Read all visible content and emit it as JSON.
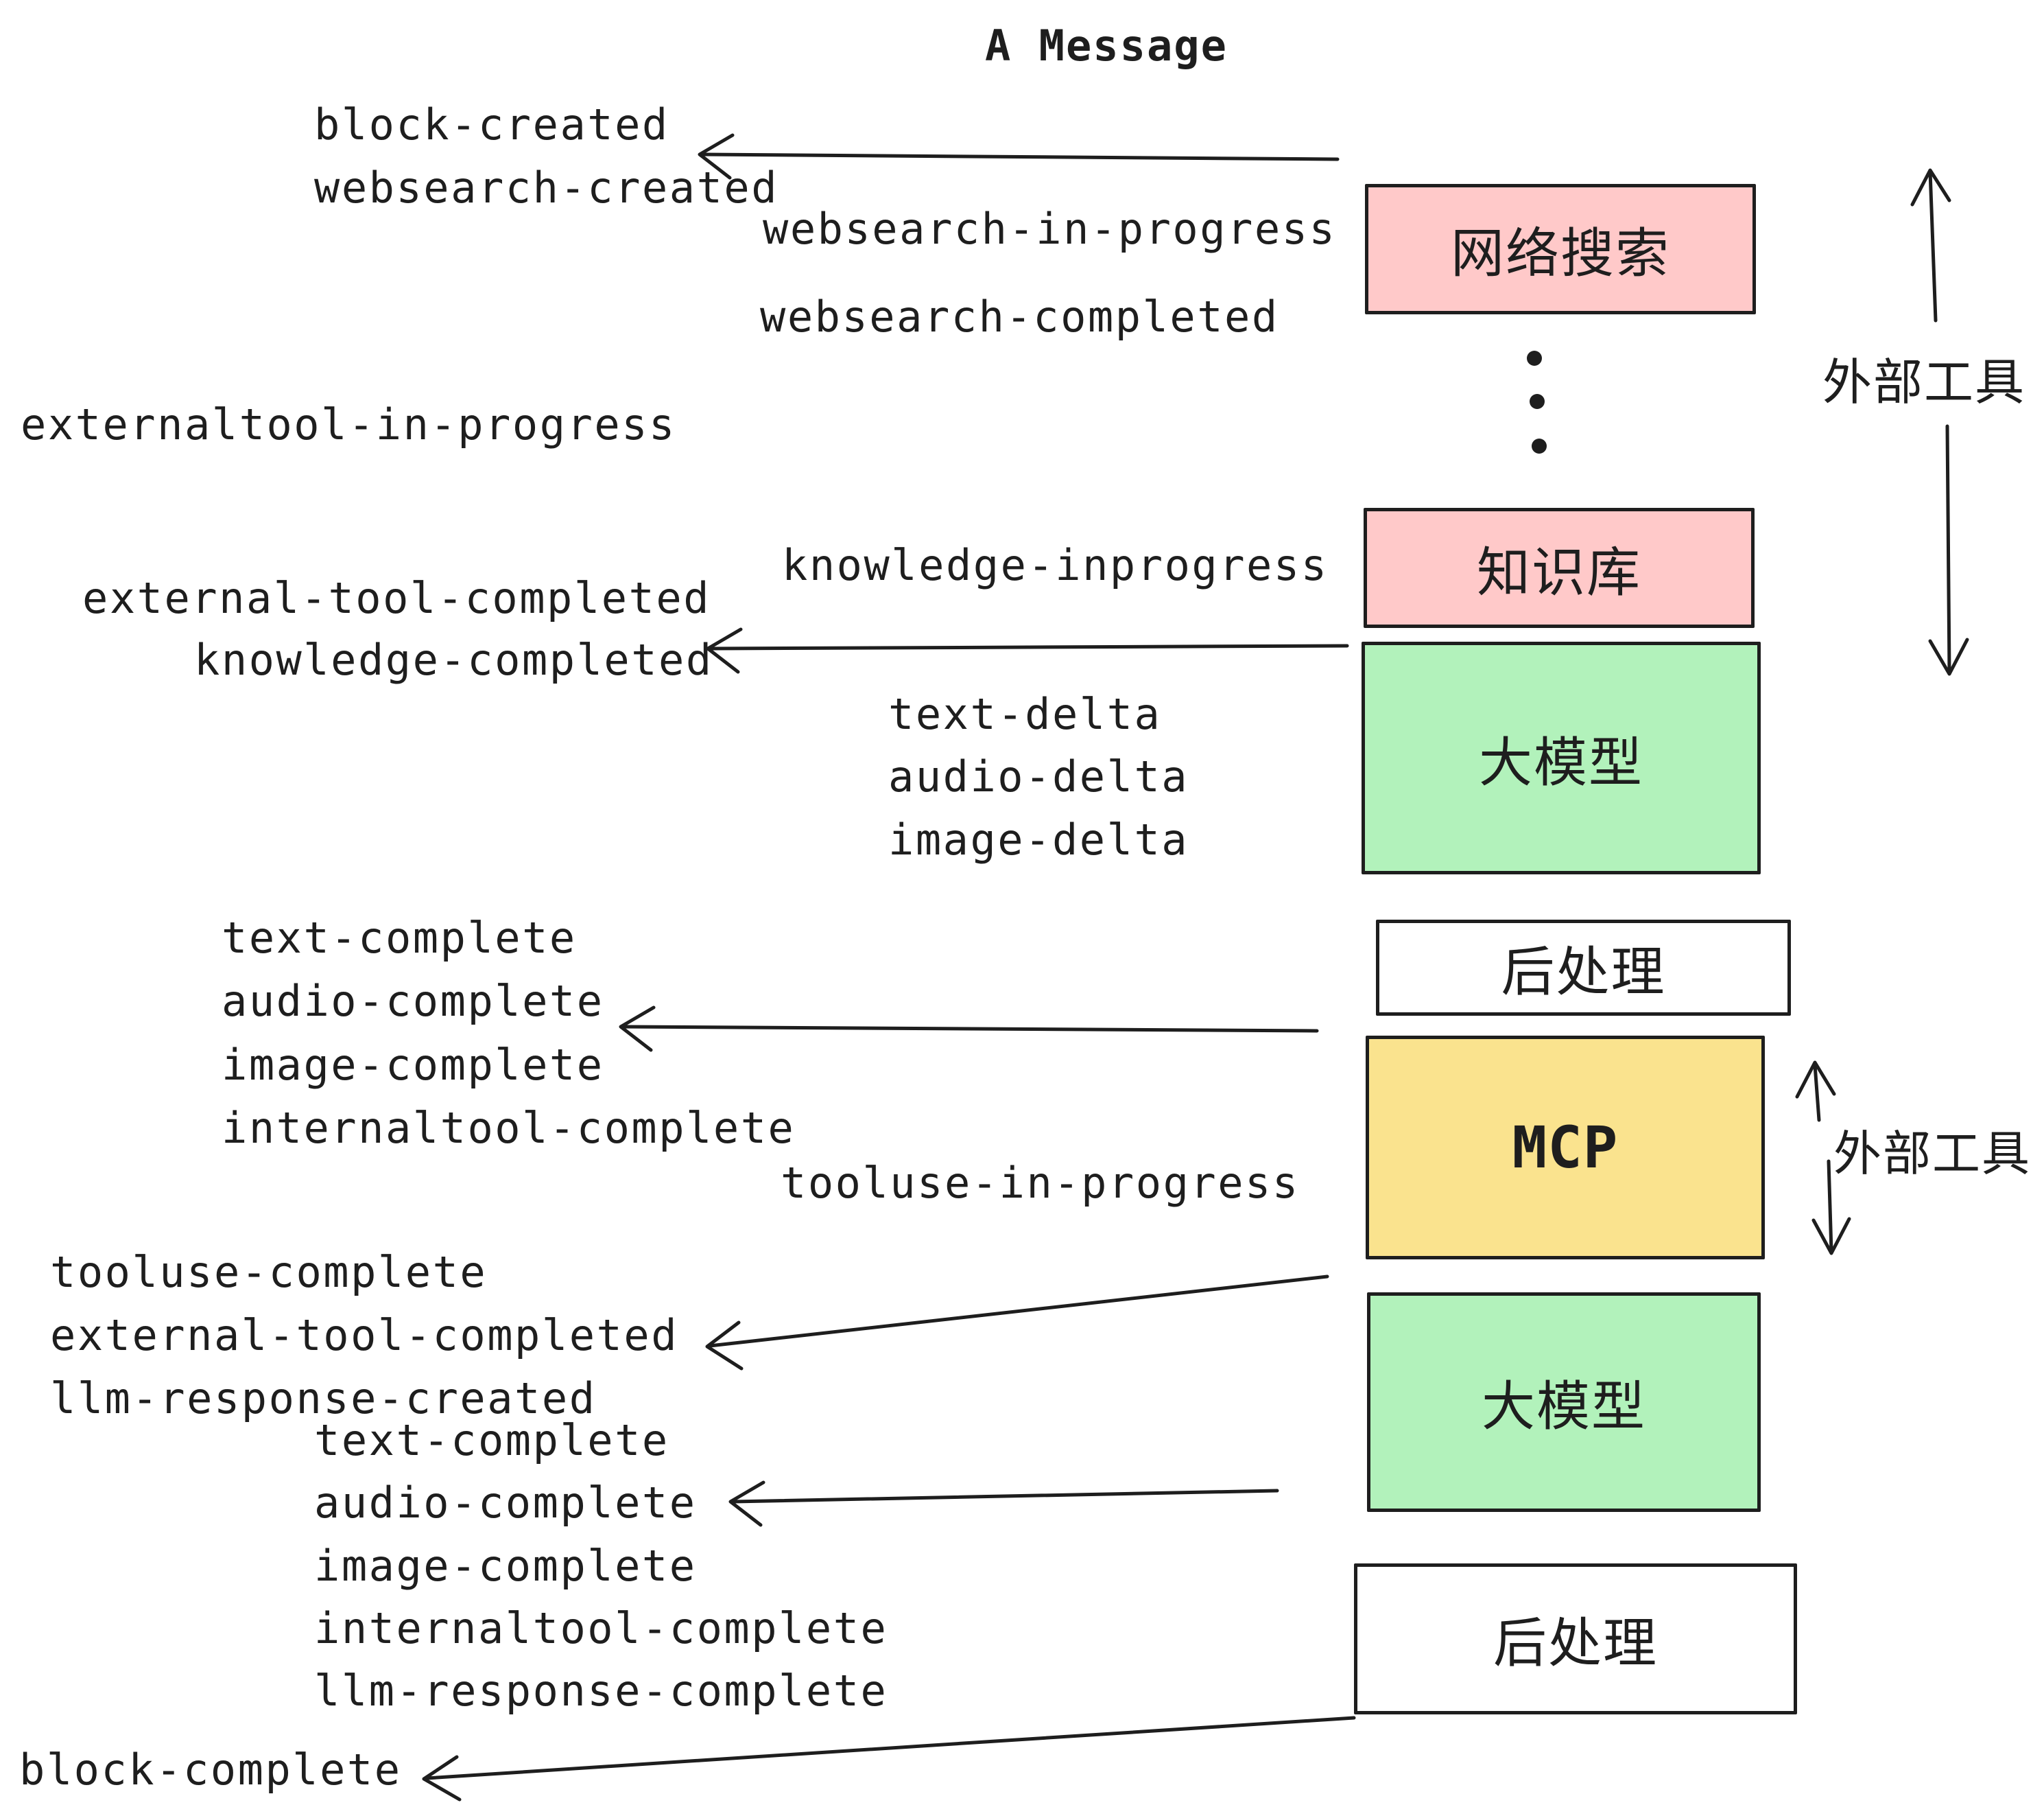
{
  "title": "A Message",
  "events": [
    {
      "text": "block-created"
    },
    {
      "text": "websearch-created"
    },
    {
      "text": "websearch-in-progress"
    },
    {
      "text": "websearch-completed"
    },
    {
      "text": "externaltool-in-progress"
    },
    {
      "text": "knowledge-inprogress"
    },
    {
      "text": "external-tool-completed"
    },
    {
      "text": "knowledge-completed"
    },
    {
      "text": "text-delta"
    },
    {
      "text": "audio-delta"
    },
    {
      "text": "image-delta"
    },
    {
      "text": "text-complete"
    },
    {
      "text": "audio-complete"
    },
    {
      "text": "image-complete"
    },
    {
      "text": "internaltool-complete"
    },
    {
      "text": "tooluse-in-progress"
    },
    {
      "text": "tooluse-complete"
    },
    {
      "text": "external-tool-completed"
    },
    {
      "text": "llm-response-created"
    },
    {
      "text": "text-complete"
    },
    {
      "text": "audio-complete"
    },
    {
      "text": "image-complete"
    },
    {
      "text": "internaltool-complete"
    },
    {
      "text": "llm-response-complete"
    },
    {
      "text": "block-complete"
    }
  ],
  "boxes": [
    {
      "id": "websearch",
      "label": "网络搜索",
      "color": "#ffc9c9"
    },
    {
      "id": "knowledge",
      "label": "知识库",
      "color": "#ffc9c9"
    },
    {
      "id": "llm-1",
      "label": "大模型",
      "color": "#b2f2bb"
    },
    {
      "id": "postprocess-1",
      "label": "后处理",
      "color": "#ffffff"
    },
    {
      "id": "mcp",
      "label": "MCP",
      "color": "#fae38e"
    },
    {
      "id": "llm-2",
      "label": "大模型",
      "color": "#b2f2bb"
    },
    {
      "id": "postprocess-2",
      "label": "后处理",
      "color": "#ffffff"
    }
  ],
  "side_labels": [
    {
      "text": "外部工具"
    },
    {
      "text": "外部工具"
    }
  ],
  "colors": {
    "pink": "#ffc9c9",
    "green": "#b2f2bb",
    "yellow": "#fae38e",
    "stroke": "#1e1e1e",
    "background": "#ffffff"
  }
}
